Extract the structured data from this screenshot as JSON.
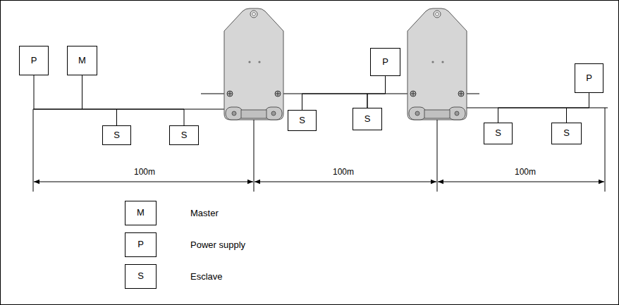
{
  "diagram": {
    "nodes": [
      {
        "text": [
          "P"
        ]
      },
      {
        "text": [
          "M"
        ]
      },
      {
        "text": [
          "S"
        ]
      },
      {
        "text": [
          "S"
        ]
      },
      {
        "text": [
          "S"
        ]
      },
      {
        "text": [
          "S"
        ]
      },
      {
        "text": [
          "P"
        ]
      },
      {
        "text": [
          "S"
        ]
      },
      {
        "text": [
          "S"
        ]
      },
      {
        "text": [
          "P"
        ]
      },
      {
        "text": [
          "M"
        ]
      },
      {
        "text": [
          "P"
        ]
      },
      {
        "text": [
          "S"
        ]
      }
    ],
    "edges": [
      {
        "from": 0,
        "to": 1,
        "arrow": "none"
      },
      {
        "from": 1,
        "to": 2,
        "arrow": "none"
      },
      {
        "from": 2,
        "to": 3,
        "arrow": "none"
      },
      {
        "from": 4,
        "to": 5,
        "arrow": "none"
      },
      {
        "from": 5,
        "to": 6,
        "arrow": "none"
      },
      {
        "from": 7,
        "to": 8,
        "arrow": "none"
      },
      {
        "from": 8,
        "to": 9,
        "arrow": "none"
      }
    ],
    "labels": [
      "100m",
      "100m",
      "100m"
    ],
    "legend": [
      {
        "text": "Master"
      },
      {
        "text": "Power supply"
      },
      {
        "text": "Esclave"
      }
    ]
  }
}
